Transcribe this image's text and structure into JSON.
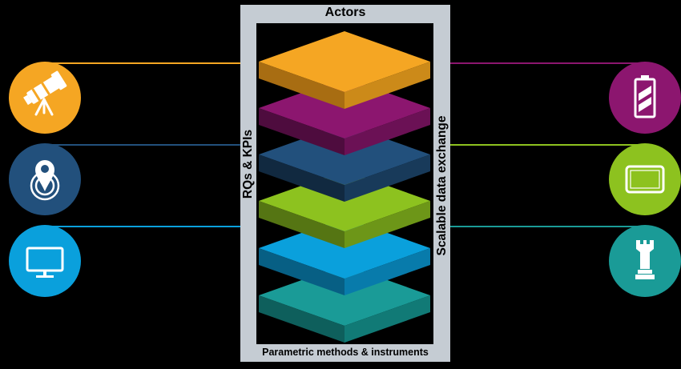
{
  "frame": {
    "top_label": "Actors",
    "bottom_label": "Parametric methods & instruments",
    "left_label": "RQs & KPIs",
    "right_label": "Scalable data exchange"
  },
  "colors": {
    "background": "#000000",
    "frame": "#c5ccd3",
    "layers": [
      "#f5a623",
      "#8c166f",
      "#22507c",
      "#8dc21f",
      "#0aa0dc",
      "#1a9b97"
    ],
    "left_icons": [
      "#f5a623",
      "#22507c",
      "#0aa0dc"
    ],
    "right_icons": [
      "#8c166f",
      "#8dc21f",
      "#1a9b97"
    ]
  },
  "icons": {
    "left": [
      "telescope-icon",
      "location-pin-icon",
      "monitor-icon"
    ],
    "right": [
      "battery-icon",
      "tablet-icon",
      "chess-rook-icon"
    ]
  }
}
